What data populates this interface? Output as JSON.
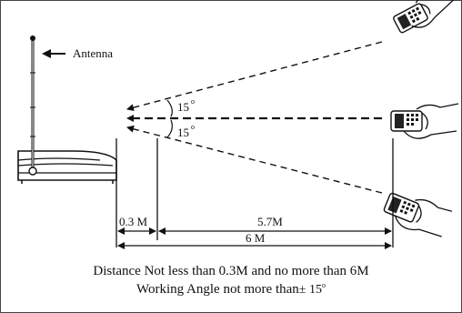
{
  "labels": {
    "antenna": "Antenna",
    "angle_top": "15",
    "angle_bottom": "15",
    "degree": "o",
    "dist_min": "0.3 M",
    "dist_mid": "5.7M",
    "dist_total": "6 M"
  },
  "caption": {
    "line1": "Distance Not less than 0.3M and no more than 6M",
    "line2_text": "Working Angle not more than",
    "line2_sym": "± 15",
    "line2_deg": "o"
  }
}
